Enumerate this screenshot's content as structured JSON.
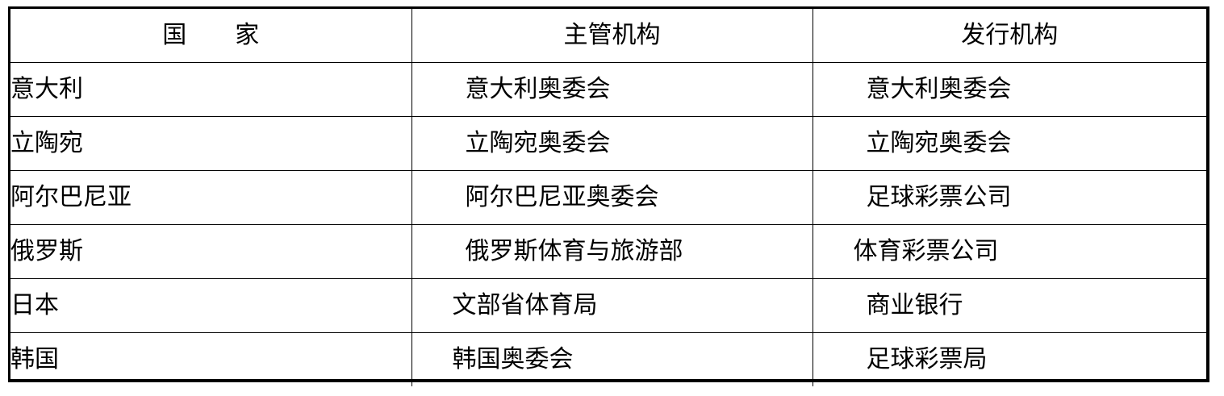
{
  "table": {
    "headers": [
      "国家",
      "主管机构",
      "发行机构"
    ],
    "rows": [
      {
        "country": "意大利",
        "admin": "意大利奥委会",
        "issuer": "意大利奥委会"
      },
      {
        "country": "立陶宛",
        "admin": "立陶宛奥委会",
        "issuer": "立陶宛奥委会"
      },
      {
        "country": "阿尔巴尼亚",
        "admin": "阿尔巴尼亚奥委会",
        "issuer": "足球彩票公司"
      },
      {
        "country": "俄罗斯",
        "admin": "俄罗斯体育与旅游部",
        "issuer": "体育彩票公司"
      },
      {
        "country": "日本",
        "admin": "文部省体育局",
        "issuer": "商业银行"
      },
      {
        "country": "韩国",
        "admin": "韩国奥委会",
        "issuer": "足球彩票局"
      }
    ]
  }
}
